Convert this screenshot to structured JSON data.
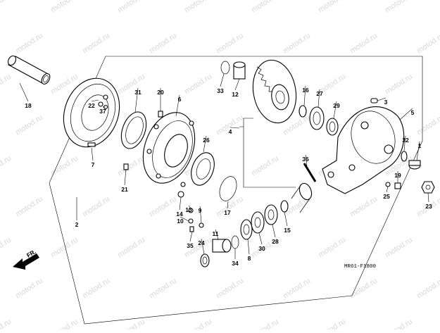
{
  "diagram_code": "MR61-F1800",
  "direction_label": "FR.",
  "watermark_text": "motod.ru",
  "callouts": [
    {
      "id": "18",
      "text": "18"
    },
    {
      "id": "22",
      "text": "22"
    },
    {
      "id": "37",
      "text": "37"
    },
    {
      "id": "31",
      "text": "31"
    },
    {
      "id": "20",
      "text": "20"
    },
    {
      "id": "6",
      "text": "6"
    },
    {
      "id": "33",
      "text": "33"
    },
    {
      "id": "12",
      "text": "12"
    },
    {
      "id": "16",
      "text": "16"
    },
    {
      "id": "27",
      "text": "27"
    },
    {
      "id": "3",
      "text": "3"
    },
    {
      "id": "29",
      "text": "29"
    },
    {
      "id": "5",
      "text": "5"
    },
    {
      "id": "4",
      "text": "4"
    },
    {
      "id": "26",
      "text": "26"
    },
    {
      "id": "32",
      "text": "32"
    },
    {
      "id": "1",
      "text": "1"
    },
    {
      "id": "7",
      "text": "7"
    },
    {
      "id": "21",
      "text": "21"
    },
    {
      "id": "36",
      "text": "36"
    },
    {
      "id": "19",
      "text": "19"
    },
    {
      "id": "25",
      "text": "25"
    },
    {
      "id": "23",
      "text": "23"
    },
    {
      "id": "14",
      "text": "14"
    },
    {
      "id": "13",
      "text": "13"
    },
    {
      "id": "9",
      "text": "9"
    },
    {
      "id": "17",
      "text": "17"
    },
    {
      "id": "10",
      "text": "10"
    },
    {
      "id": "15",
      "text": "15"
    },
    {
      "id": "2",
      "text": "2"
    },
    {
      "id": "11",
      "text": "11"
    },
    {
      "id": "28",
      "text": "28"
    },
    {
      "id": "35",
      "text": "35"
    },
    {
      "id": "24",
      "text": "24"
    },
    {
      "id": "30",
      "text": "30"
    },
    {
      "id": "8",
      "text": "8"
    },
    {
      "id": "34",
      "text": "34"
    }
  ]
}
